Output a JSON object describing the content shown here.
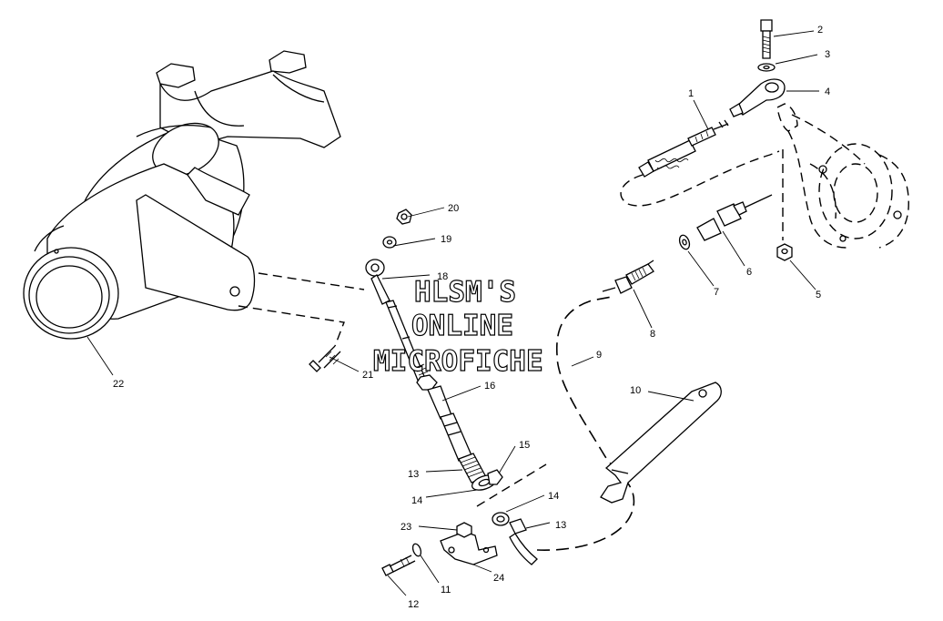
{
  "watermark": {
    "line1": "HLSM'S",
    "line2": "ONLINE",
    "line3": "MICROFICHE"
  },
  "callouts": {
    "c1": "1",
    "c2": "2",
    "c3": "3",
    "c4": "4",
    "c5": "5",
    "c6": "6",
    "c7": "7",
    "c8": "8",
    "c9": "9",
    "c10": "10",
    "c11": "11",
    "c12": "12",
    "c13a": "13",
    "c13b": "13",
    "c14a": "14",
    "c14b": "14",
    "c15": "15",
    "c16": "16",
    "c18": "18",
    "c19": "19",
    "c20": "20",
    "c21": "21",
    "c22": "22",
    "c23": "23",
    "c24": "24"
  }
}
